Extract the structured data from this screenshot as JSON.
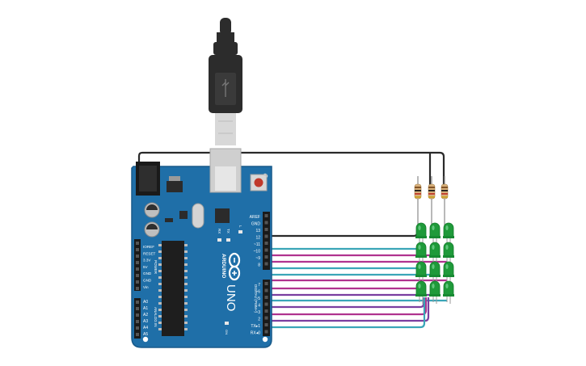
{
  "board": {
    "name": "UNO",
    "brand": "ARDUINO",
    "tx_label": "TX",
    "rx_label": "RX",
    "l_label": "L",
    "on_label": "ON",
    "power_header_title": "POWER",
    "analog_header_title": "ANALOG IN",
    "digital_header_title": "DIGITAL (PWM~)",
    "power_pins": [
      "IOREF",
      "RESET",
      "3.3V",
      "5V",
      "GND",
      "GND",
      "Vin"
    ],
    "analog_pins": [
      "A0",
      "A1",
      "A2",
      "A3",
      "A4",
      "A5"
    ],
    "digital_pins_top": [
      "AREF",
      "GND",
      "13",
      "12",
      "~11",
      "~10",
      "~9",
      "8"
    ],
    "digital_pins_bottom": [
      "7",
      "~6",
      "~5",
      "4",
      "~3",
      "2",
      "TX▸1",
      "RX◂0"
    ]
  },
  "colors": {
    "board": "#1f6fa8",
    "board_edge": "#185a8a",
    "led_green": "#1f9a3a",
    "wire_black": "#2a2a2a",
    "wire_magenta": "#b0338f",
    "wire_teal": "#3aa6b8",
    "wire_purple": "#7a3ea0",
    "usb_black": "#2c2c2c"
  },
  "components": {
    "usb_cable": "usb-b-connector",
    "resistors_count": 3,
    "leds_count": 12,
    "reset_button": "reset-button-icon"
  }
}
